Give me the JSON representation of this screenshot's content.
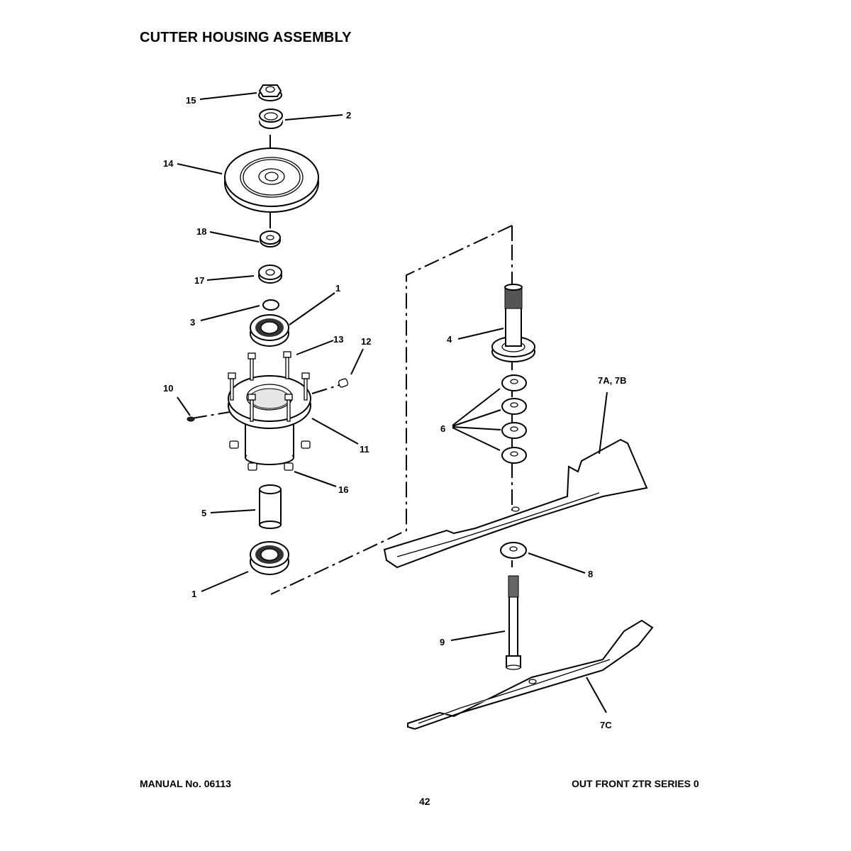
{
  "page": {
    "title": "CUTTER HOUSING ASSEMBLY",
    "manual_number": "MANUAL No. 06113",
    "series": "OUT FRONT ZTR SERIES 0",
    "page_number": "42"
  },
  "callouts": {
    "c15": "15",
    "c2": "2",
    "c14": "14",
    "c18": "18",
    "c17": "17",
    "c1_top": "1",
    "c3": "3",
    "c13": "13",
    "c12": "12",
    "c10": "10",
    "c11": "11",
    "c16": "16",
    "c5": "5",
    "c1_bottom": "1",
    "c4": "4",
    "c6": "6",
    "c7ab": "7A, 7B",
    "c8": "8",
    "c9": "9",
    "c7c": "7C"
  }
}
